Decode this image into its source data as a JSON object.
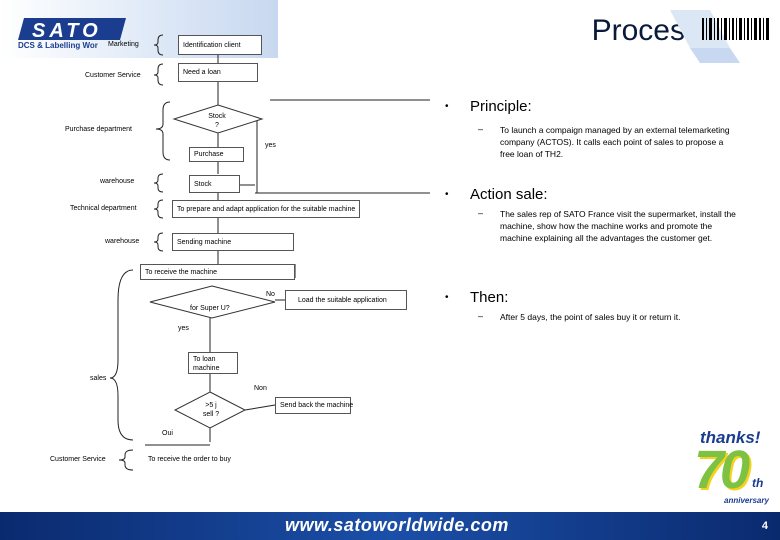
{
  "header": {
    "logo_text": "SATO",
    "logo_subtitle": "DCS & Labelling Wor",
    "title": "Process"
  },
  "left_labels": {
    "marketing": "Marketing",
    "customer_service_1": "Customer Service",
    "purchase_department": "Purchase department",
    "warehouse_1": "warehouse",
    "technical_department": "Technical department",
    "warehouse_2": "warehouse",
    "sales": "sales",
    "customer_service_2": "Customer Service"
  },
  "flow": {
    "identification_client": "Identification client",
    "need_loan": "Need a loan",
    "stock_question": "Stock ?",
    "yes_1": "yes",
    "purchase": "Purchase",
    "stock": "Stock",
    "prepare_application": "To prepare and adapt application for the suitable machine",
    "sending_machine": "Sending machine",
    "receive_machine": "To receive the machine",
    "for_super_u": "for Super U?",
    "no": "No",
    "load_application": "Load the suitable application",
    "yes_2": "yes",
    "to_loan_machine": "To loan machine",
    "non": "Non",
    "five_days_sell": ">5 j sell ?",
    "send_back": "Send back the machine",
    "oui": "Oui",
    "receive_order": "To receive the order to buy"
  },
  "bullets": [
    {
      "marker": "•",
      "heading": "Principle:",
      "dash": "–",
      "text": "To launch a compaign managed by an external telemarketing company (ACTOS). It calls each point of sales to propose a free loan of TH2."
    },
    {
      "marker": "•",
      "heading": "Action sale:",
      "dash": "–",
      "text": "The sales rep of SATO France visit the supermarket, install the machine, show how the machine works and promote the machine explaining all the advantages the customer get."
    },
    {
      "marker": "•",
      "heading": "Then:",
      "dash": "–",
      "text": "After 5 days, the point of sales buy it or return it."
    }
  ],
  "badge": {
    "thanks": "thanks!",
    "number": "70",
    "suffix": "th",
    "anniversary": "anniversary"
  },
  "footer": {
    "url": "www.satoworldwide.com",
    "page": "4"
  },
  "colors": {
    "logo_blue": "#1a3d8f",
    "footer_blue": "#1b4fa8",
    "badge_green": "#7dc242",
    "badge_yellow": "#f4d21f"
  }
}
